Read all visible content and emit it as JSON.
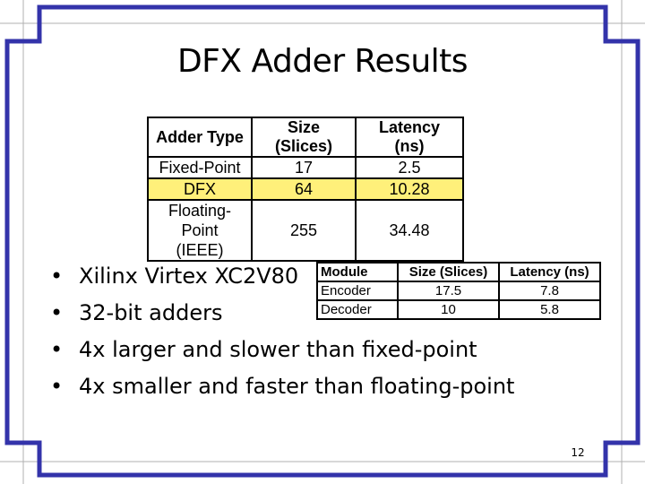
{
  "slide": {
    "title": "DFX Adder Results",
    "page_number": "12",
    "frame_color": "#3333aa",
    "highlight_color": "#fff07a"
  },
  "results_table": {
    "headers": [
      "Adder Type",
      "Size (Slices)",
      "Latency (ns)"
    ],
    "rows": [
      {
        "type": "Fixed-Point",
        "size": "17",
        "latency": "2.5"
      },
      {
        "type": "DFX",
        "size": "64",
        "latency": "10.28"
      },
      {
        "type_line1": "Floating-Point",
        "type_line2": "(IEEE)",
        "size": "255",
        "latency": "34.48"
      }
    ]
  },
  "module_table": {
    "headers": [
      "Module",
      "Size (Slices)",
      "Latency (ns)"
    ],
    "rows": [
      {
        "module": "Encoder",
        "size": "17.5",
        "latency": "7.8"
      },
      {
        "module": "Decoder",
        "size": "10",
        "latency": "5.8"
      }
    ]
  },
  "bullets": [
    "Xilinx Virtex XC2V80",
    "32-bit adders",
    "4x larger and slower than fixed-point",
    "4x smaller and faster than floating-point"
  ],
  "bullet_glyph": "•"
}
